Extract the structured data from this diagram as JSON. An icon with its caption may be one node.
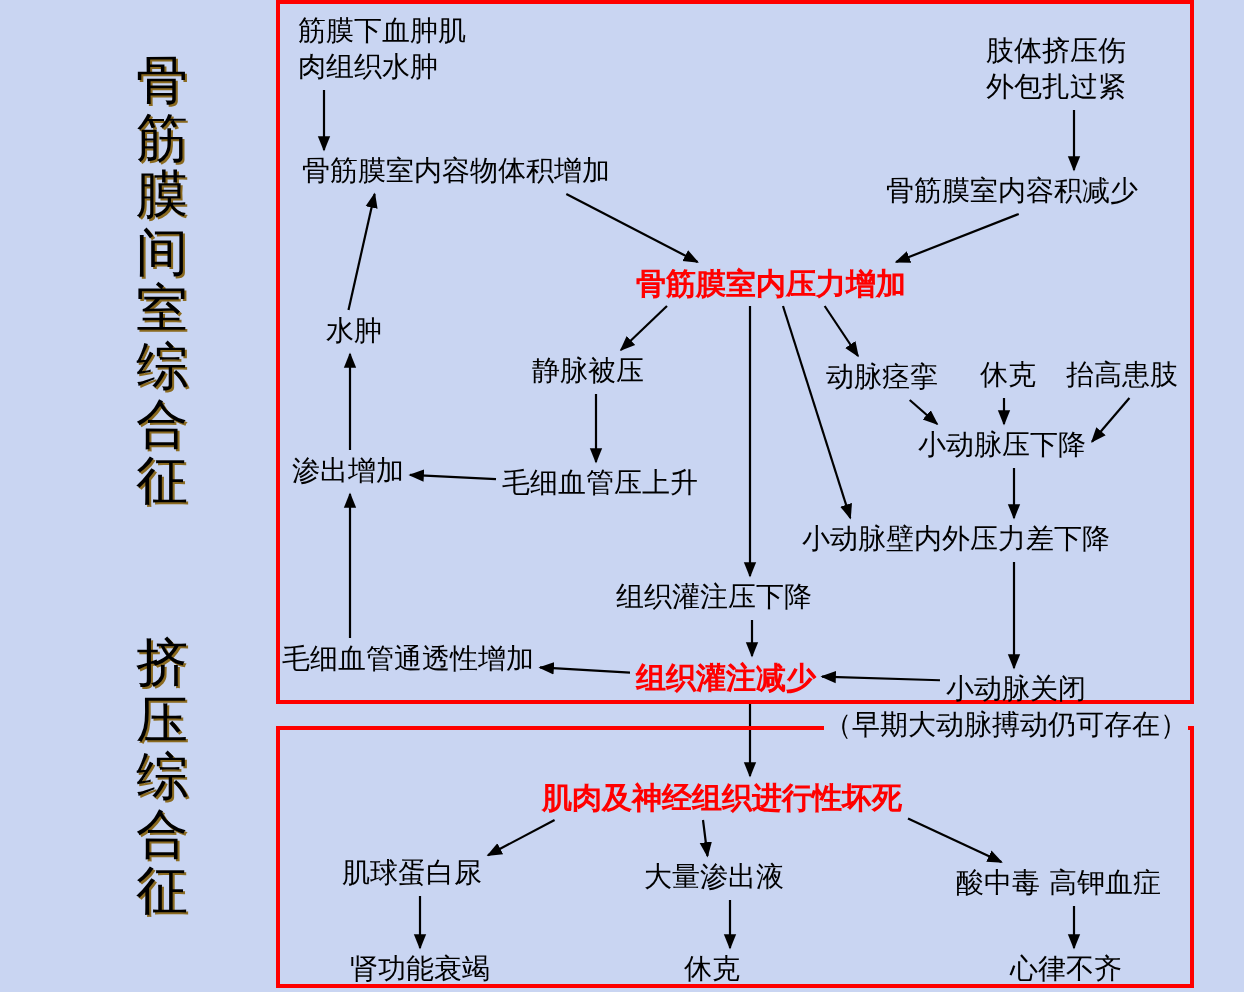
{
  "diagram": {
    "nodes": [
      {
        "text": [
          "骨筋膜间室综合征"
        ]
      },
      {
        "text": [
          "筋膜下血肿肌肉组织水肿"
        ],
        "in": 0
      },
      {
        "text": [
          "肢体挤压伤外包扎过紧"
        ],
        "in": 0
      },
      {
        "text": [
          "骨筋膜室内容物体积增加"
        ],
        "in": 0
      },
      {
        "text": [
          "骨筋膜室内容积减少"
        ],
        "in": 0
      },
      {
        "text": [
          "骨筋膜室内压力增加"
        ],
        "in": 0
      },
      {
        "text": [
          "水肿"
        ],
        "in": 0
      },
      {
        "text": [
          "静脉被压"
        ],
        "in": 0
      },
      {
        "text": [
          "动脉痉挛"
        ],
        "in": 0
      },
      {
        "text": [
          "休克"
        ],
        "in": 0
      },
      {
        "text": [
          "抬高患肢"
        ],
        "in": 0
      },
      {
        "text": [
          "小动脉压下降"
        ],
        "in": 0
      },
      {
        "text": [
          "渗出增加"
        ],
        "in": 0
      },
      {
        "text": [
          "毛细血管压上升"
        ],
        "in": 0
      },
      {
        "text": [
          "小动脉壁内外压力差下降"
        ],
        "in": 0
      },
      {
        "text": [
          "组织灌注压下降"
        ],
        "in": 0
      },
      {
        "text": [
          "毛细血管通透性增加"
        ],
        "in": 0
      },
      {
        "text": [
          "组织灌注减少"
        ],
        "in": 0
      },
      {
        "text": [
          "小动脉关闭"
        ],
        "in": 0,
        "beside": [
          "（早期大动脉搏动仍可存在）"
        ]
      },
      {
        "text": [
          "挤压综合征"
        ]
      },
      {
        "text": [
          "肌肉及神经组织进行性坏死"
        ],
        "in": 19
      },
      {
        "text": [
          "肌球蛋白尿"
        ],
        "in": 19
      },
      {
        "text": [
          "大量渗出液"
        ],
        "in": 19
      },
      {
        "text": [
          "酸中毒 高钾血症"
        ],
        "in": 19
      },
      {
        "text": [
          "肾功能衰竭"
        ],
        "in": 19
      },
      {
        "text": [
          "休克"
        ],
        "in": 19
      },
      {
        "text": [
          "心律不齐"
        ],
        "in": 19
      }
    ],
    "edges": [
      {
        "from": 1,
        "to": 3,
        "arrow": "to"
      },
      {
        "from": 2,
        "to": 4,
        "arrow": "to"
      },
      {
        "from": 3,
        "to": 5,
        "arrow": "to"
      },
      {
        "from": 4,
        "to": 5,
        "arrow": "to"
      },
      {
        "from": 6,
        "to": 3,
        "arrow": "to"
      },
      {
        "from": 5,
        "to": 7,
        "arrow": "to"
      },
      {
        "from": 5,
        "to": 15,
        "arrow": "to"
      },
      {
        "from": 5,
        "to": 14,
        "arrow": "to"
      },
      {
        "from": 5,
        "to": 8,
        "arrow": "to"
      },
      {
        "from": 8,
        "to": 11,
        "arrow": "to"
      },
      {
        "from": 9,
        "to": 11,
        "arrow": "to"
      },
      {
        "from": 10,
        "to": 11,
        "arrow": "to"
      },
      {
        "from": 7,
        "to": 13,
        "arrow": "to"
      },
      {
        "from": 13,
        "to": 12,
        "arrow": "to"
      },
      {
        "from": 12,
        "to": 6,
        "arrow": "to"
      },
      {
        "from": 16,
        "to": 12,
        "arrow": "to"
      },
      {
        "from": 15,
        "to": 17,
        "arrow": "to"
      },
      {
        "from": 11,
        "to": 14,
        "arrow": "to"
      },
      {
        "from": 14,
        "to": 18,
        "arrow": "to"
      },
      {
        "from": 18,
        "to": 17,
        "arrow": "to"
      },
      {
        "from": 17,
        "to": 16,
        "arrow": "to"
      },
      {
        "from": 17,
        "to": 20,
        "arrow": "to"
      },
      {
        "from": 20,
        "to": 21,
        "arrow": "to"
      },
      {
        "from": 20,
        "to": 22,
        "arrow": "to"
      },
      {
        "from": 20,
        "to": 23,
        "arrow": "to"
      },
      {
        "from": 21,
        "to": 24,
        "arrow": "to"
      },
      {
        "from": 22,
        "to": 25,
        "arrow": "to"
      },
      {
        "from": 23,
        "to": 26,
        "arrow": "to"
      }
    ]
  }
}
